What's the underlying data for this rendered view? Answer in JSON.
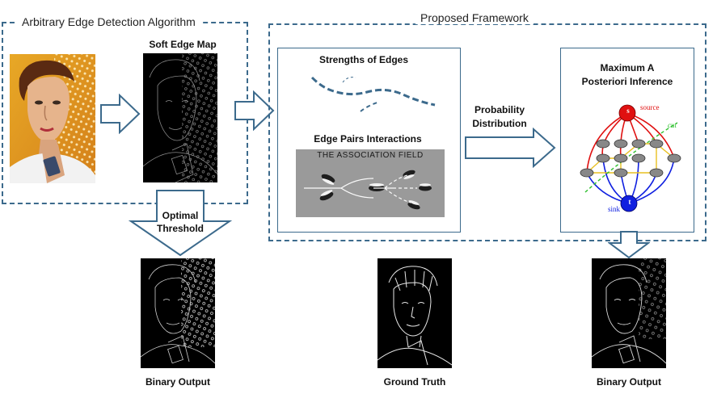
{
  "left_box": {
    "title": "Arbitrary Edge Detection Algorithm"
  },
  "soft_edge_map": {
    "label": "Soft Edge Map"
  },
  "threshold": {
    "line1": "Optimal",
    "line2": "Threshold"
  },
  "framework": {
    "title": "Proposed Framework"
  },
  "strengths": {
    "label": "Strengths of Edges"
  },
  "edge_pairs": {
    "label": "Edge Pairs Interactions",
    "image_text": "THE ASSOCIATION FIELD"
  },
  "probability": {
    "line1": "Probability",
    "line2": "Distribution"
  },
  "map": {
    "line1": "Maximum A",
    "line2": "Posteriori Inference"
  },
  "graph": {
    "source_node": "s",
    "source_label": "source",
    "sink_node": "t",
    "sink_label": "sink",
    "cut_label": "cut"
  },
  "outputs": {
    "left": "Binary Output",
    "center": "Ground Truth",
    "right": "Binary Output"
  },
  "colors": {
    "frame": "#3c6a8c",
    "source": "#e01010",
    "sink": "#1020e0"
  }
}
